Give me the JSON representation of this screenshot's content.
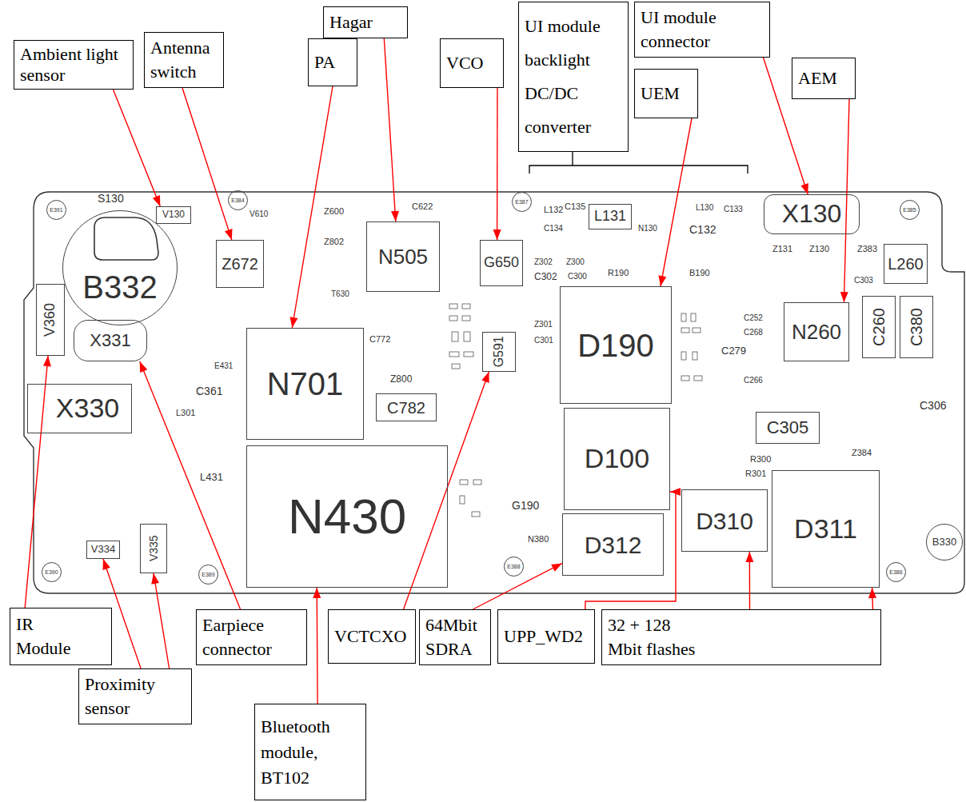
{
  "diagram": {
    "nodes": [
      {
        "text": [
          "Ambient light sensor"
        ]
      },
      {
        "text": [
          "Antenna switch"
        ]
      },
      {
        "text": [
          "Hagar"
        ]
      },
      {
        "text": [
          "PA"
        ]
      },
      {
        "text": [
          "VCO"
        ]
      },
      {
        "text": [
          "UI module backlight DC/DC converter"
        ]
      },
      {
        "text": [
          "UI module connector"
        ]
      },
      {
        "text": [
          "UEM"
        ]
      },
      {
        "text": [
          "AEM"
        ]
      },
      {
        "text": [
          "E391"
        ]
      },
      {
        "text": [
          "B332"
        ]
      },
      {
        "text": [
          "V130"
        ]
      },
      {
        "text": [
          "E384"
        ]
      },
      {
        "text": [
          "Z672"
        ]
      },
      {
        "text": [
          "N505"
        ]
      },
      {
        "text": [
          "E387"
        ]
      },
      {
        "text": [
          "G650"
        ]
      },
      {
        "text": [
          "L131"
        ]
      },
      {
        "text": [
          "X130"
        ]
      },
      {
        "text": [
          "E385"
        ]
      },
      {
        "text": [
          "L260"
        ]
      },
      {
        "text": [
          "V360"
        ]
      },
      {
        "text": [
          "X331"
        ]
      },
      {
        "text": [
          "N701"
        ]
      },
      {
        "text": [
          "G591"
        ]
      },
      {
        "text": [
          "C782"
        ]
      },
      {
        "text": [
          "D190"
        ]
      },
      {
        "text": [
          "N260"
        ]
      },
      {
        "text": [
          "C260"
        ]
      },
      {
        "text": [
          "C380"
        ]
      },
      {
        "text": [
          "C305"
        ]
      },
      {
        "text": [
          "X330"
        ]
      },
      {
        "text": [
          "N430"
        ]
      },
      {
        "text": [
          "D100"
        ]
      },
      {
        "text": [
          "D310"
        ]
      },
      {
        "text": [
          "D311"
        ]
      },
      {
        "text": [
          "D312"
        ]
      },
      {
        "text": [
          "V334"
        ]
      },
      {
        "text": [
          "V335"
        ]
      },
      {
        "text": [
          "E390"
        ]
      },
      {
        "text": [
          "E389"
        ]
      },
      {
        "text": [
          "E388"
        ]
      },
      {
        "text": [
          "E386"
        ]
      },
      {
        "text": [
          "B330"
        ]
      },
      {
        "text": [
          "IR Module"
        ]
      },
      {
        "text": [
          "Earpiece connector"
        ]
      },
      {
        "text": [
          "Proximity sensor"
        ]
      },
      {
        "text": [
          "Bluetooth module, BT102"
        ]
      },
      {
        "text": [
          "VCTCXO"
        ]
      },
      {
        "text": [
          "64Mbit SDRA"
        ]
      },
      {
        "text": [
          "UPP_WD2"
        ]
      },
      {
        "text": [
          "32 + 128 Mbit flashes"
        ]
      }
    ],
    "edges": [
      {
        "from": 0,
        "to": 11,
        "arrow": "to"
      },
      {
        "from": 1,
        "to": 13,
        "arrow": "to"
      },
      {
        "from": 2,
        "to": 14,
        "arrow": "to"
      },
      {
        "from": 3,
        "to": 23,
        "arrow": "to"
      },
      {
        "from": 4,
        "to": 16,
        "arrow": "to"
      },
      {
        "from": 6,
        "to": 18,
        "arrow": "to"
      },
      {
        "from": 7,
        "to": 26,
        "arrow": "to"
      },
      {
        "from": 8,
        "to": 27,
        "arrow": "to"
      },
      {
        "from": 44,
        "to": 21,
        "arrow": "to"
      },
      {
        "from": 45,
        "to": 22,
        "arrow": "to"
      },
      {
        "from": 46,
        "to": 37,
        "arrow": "to"
      },
      {
        "from": 46,
        "to": 38,
        "arrow": "to"
      },
      {
        "from": 47,
        "to": 32,
        "arrow": "to"
      },
      {
        "from": 48,
        "to": 24,
        "arrow": "to"
      },
      {
        "from": 49,
        "to": 36,
        "arrow": "to"
      },
      {
        "from": 50,
        "to": 33,
        "arrow": "to"
      },
      {
        "from": 51,
        "to": 34,
        "arrow": "to"
      },
      {
        "from": 51,
        "to": 35,
        "arrow": "to"
      }
    ],
    "labels": [
      "S130",
      "V610",
      "Z600",
      "Z802",
      "C622",
      "T630",
      "C772",
      "Z800",
      "L132",
      "C135",
      "C134",
      "N130",
      "L130",
      "C132",
      "C133",
      "Z302",
      "Z300",
      "C302",
      "C300",
      "R190",
      "B190",
      "Z301",
      "C301",
      "C252",
      "C268",
      "C279",
      "C266",
      "Z131",
      "Z130",
      "Z383",
      "C303",
      "C306",
      "R300",
      "R301",
      "Z384",
      "E431",
      "C361",
      "L301",
      "L431",
      "G190",
      "N380"
    ]
  }
}
